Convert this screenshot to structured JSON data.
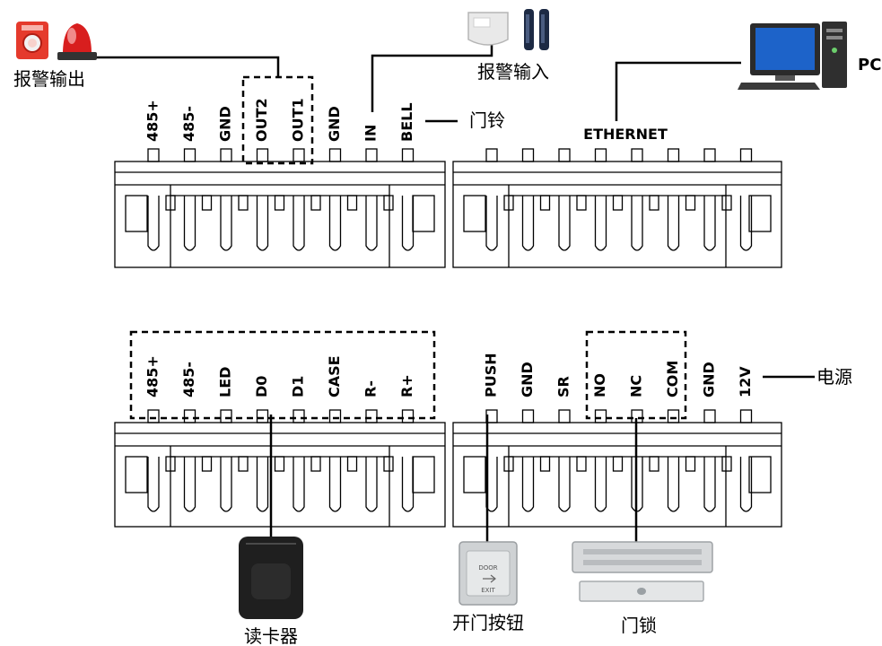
{
  "top_left_terminals": [
    "485+",
    "485-",
    "GND",
    "OUT2",
    "OUT1",
    "GND",
    "IN",
    "BELL"
  ],
  "top_right_terminal": "ETHERNET",
  "bottom_left_terminals": [
    "485+",
    "485-",
    "LED",
    "D0",
    "D1",
    "CASE",
    "R-",
    "R+"
  ],
  "bottom_right_terminals": [
    "PUSH",
    "GND",
    "SR",
    "NO",
    "NC",
    "COM",
    "GND",
    "12V"
  ],
  "labels": {
    "alarm_output": "报警输出",
    "alarm_input": "报警输入",
    "doorbell": "门铃",
    "pc": "PC",
    "power": "电源",
    "card_reader": "读卡器",
    "exit_button": "开门按钮",
    "door_lock": "门锁",
    "exit_button_text_1": "DOOR",
    "exit_button_text_2": "EXIT"
  },
  "colors": {
    "siren": "#e53a2c",
    "beacon": "#d81e1e",
    "pc_screen": "#1d63c9",
    "line": "#000000"
  },
  "icons": [
    "siren-icon",
    "beacon-icon",
    "motion-sensor-icon",
    "beam-sensor-icon",
    "pc-icon",
    "card-reader-icon",
    "exit-button-icon",
    "magnetic-lock-icon"
  ]
}
